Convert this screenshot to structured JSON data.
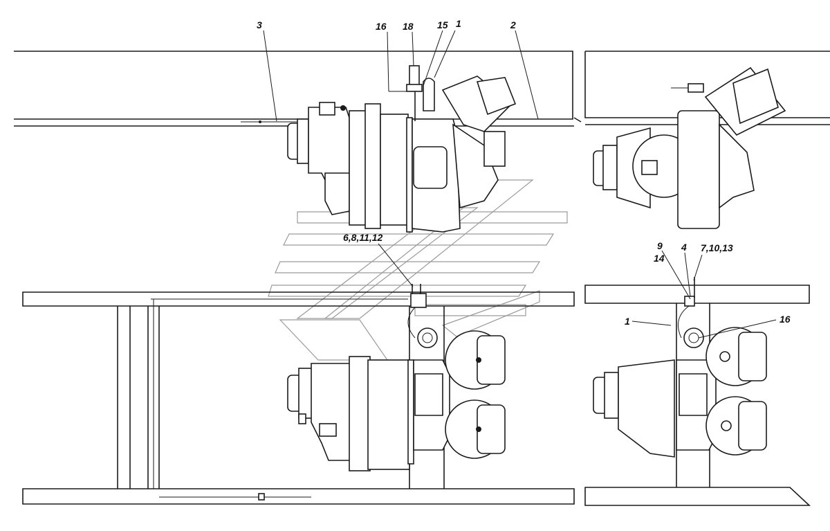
{
  "diagram": {
    "labels": {
      "l3": "3",
      "l16_top": "16",
      "l18": "18",
      "l15": "15",
      "l1_top": "1",
      "l2": "2",
      "l6_8_11_12": "6,8,11,12",
      "l9": "9",
      "l14": "14",
      "l4": "4",
      "l7_10_13": "7,10,13",
      "l1_right": "1",
      "l16_right": "16"
    }
  }
}
